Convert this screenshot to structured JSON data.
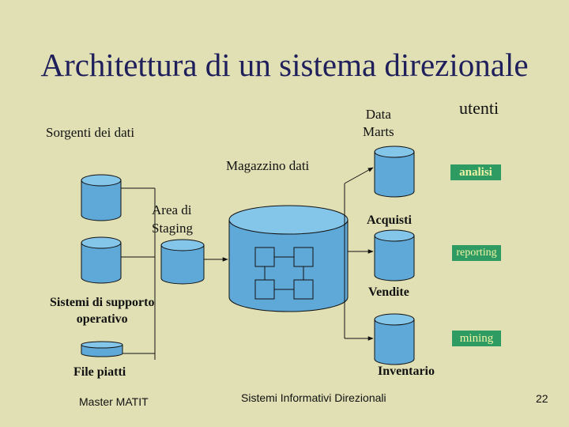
{
  "slide": {
    "title": "Architettura di un sistema direzionale",
    "labels": {
      "sorgenti": "Sorgenti dei dati",
      "data_marts": "Data\nMarts",
      "utenti": "utenti",
      "magazzino": "Magazzino dati",
      "area_staging": "Area di\nStaging",
      "sistemi_supporto": "Sistemi di supporto\noperativo",
      "file_piatti": "File piatti"
    },
    "marts": {
      "acquisti": "Acquisti",
      "vendite": "Vendite",
      "inventario": "Inventario"
    },
    "tools": {
      "analisi": "analisi",
      "reporting": "reporting",
      "mining": "mining"
    },
    "footer": {
      "left": "Master MATIT",
      "center": "Sistemi Informativi Direzionali",
      "page": "22"
    },
    "colors": {
      "background": "#e1e0b5",
      "cylinder": "#5fa9d8",
      "cylinder_top": "#84c5ea",
      "tool_box": "#2e9b62",
      "tool_text": "#f2f2a6",
      "title": "#1f1f5c"
    }
  }
}
